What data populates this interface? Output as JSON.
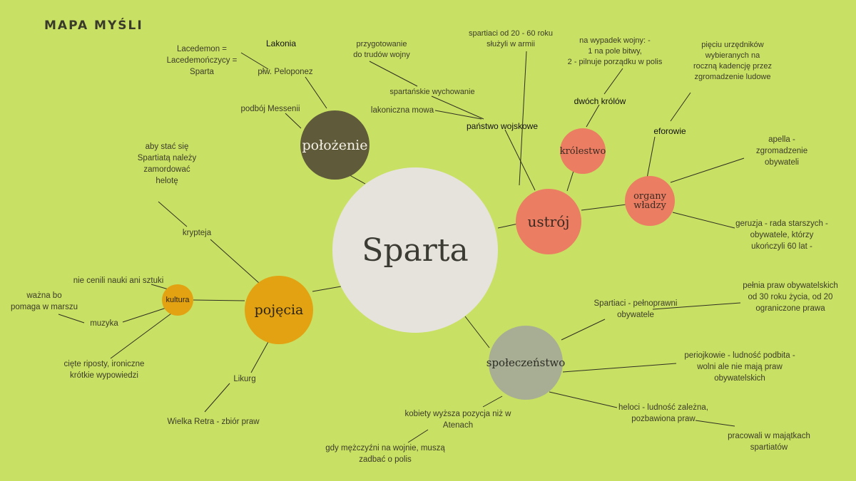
{
  "title": "MAPA MYŚLI",
  "central": "Sparta",
  "nodes": {
    "polozenie": "położenie",
    "ustroj": "ustrój",
    "krolestwo": "królestwo",
    "organy": "organy władzy",
    "spoleczenstwo": "społeczeństwo",
    "pojecia": "pojęcia",
    "kultura": "kultura"
  },
  "colors": {
    "background": "#c8e063",
    "sparta": "#e6e3dc",
    "polozenie": "#5e5a3a",
    "ustroj": "#ea7d62",
    "spoleczenstwo": "#a7ae93",
    "pojecia": "#e2a212",
    "line": "#2e2e22"
  },
  "labels": {
    "lacedemon": [
      "Lacedemon =",
      "Lacedemończycy =",
      "Sparta"
    ],
    "lakonia": "Lakonia",
    "plw": "płw. Peloponez",
    "podboj": "podbój Messenii",
    "przygotowanie": [
      "przygotowanie",
      "do trudów wojny"
    ],
    "wychowanie": "spartańskie wychowanie",
    "lakoniczna": "lakoniczna mowa",
    "panstwo": "państwo wojskowe",
    "spartiaci_armia": [
      "spartiaci od 20 - 60 roku",
      "służyli w armii"
    ],
    "wojna": [
      "na wypadek wojny:  -",
      "1 na pole bitwy,",
      "2 - pilnuje porządku w polis"
    ],
    "dwoch": "dwóch królów",
    "pieciu": [
      "pięciu urzędników",
      "wybieranych na",
      "roczną kadencję przez",
      "zgromadzenie ludowe"
    ],
    "eforowie": "eforowie",
    "apella": [
      "apella -",
      "zgromadzenie",
      "obywateli"
    ],
    "geruzja": [
      "geruzja - rada starszych -",
      "obywatele, którzy",
      "ukończyli 60 lat -"
    ],
    "aby": [
      "aby stać się",
      "Spartiatą należy",
      "zamordować",
      "helotę"
    ],
    "krypteja": "krypteja",
    "nie_cenili": "nie cenili nauki ani sztuki",
    "wazna": [
      "ważna bo",
      "pomaga w marszu"
    ],
    "muzyka": "muzyka",
    "ciete": [
      "cięte riposty, ironiczne",
      "krótkie wypowiedzi"
    ],
    "likurg": "Likurg",
    "wielka": "Wielka Retra - zbiór praw",
    "spartiaci_pelno": [
      "Spartiaci - pełnoprawni",
      "obywatele"
    ],
    "pelnia": [
      "pełnia praw obywatelskich",
      "od 30 roku życia, od 20",
      "ograniczone prawa"
    ],
    "periojkowie": [
      "periojkowie - ludność podbita -",
      "wolni ale nie mają praw",
      "obywatelskich"
    ],
    "heloci": [
      "heloci - ludność zależna,",
      "pozbawiona praw"
    ],
    "pracowali": [
      "pracowali w majątkach",
      "spartiatów"
    ],
    "kobiety": [
      "kobiety wyższa pozycja niż w",
      "Atenach"
    ],
    "gdy": [
      "gdy mężczyźni na wojnie, muszą",
      "zadbać o polis"
    ]
  }
}
